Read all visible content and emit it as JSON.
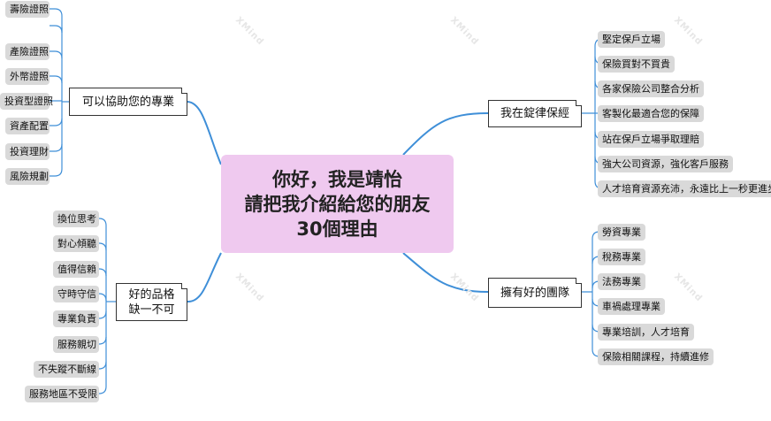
{
  "central": {
    "line1": "你好，我是靖怡",
    "line2": "請把我介紹給您的朋友",
    "line3": "30個理由"
  },
  "branches": [
    {
      "line1": "可以協助您的專業",
      "line2": "",
      "items": [
        "壽險證照",
        "產險證照",
        "外幣證照",
        "投資型證照",
        "資產配置",
        "投資理財",
        "風險規劃"
      ]
    },
    {
      "line1": "我在錠律保經",
      "line2": "",
      "items": [
        "堅定保戶立場",
        "保險買對不買貴",
        "各家保險公司整合分析",
        "客製化最適合您的保障",
        "站在保戶立場爭取理賠",
        "強大公司資源，強化客戶服務",
        "人才培育資源充沛，永遠比上一秒更進步"
      ]
    },
    {
      "line1": "好的品格",
      "line2": "缺一不可",
      "items": [
        "換位思考",
        "對心傾聽",
        "值得信賴",
        "守時守信",
        "專業負責",
        "服務親切",
        "不失蹤不斷線",
        "服務地區不受限"
      ]
    },
    {
      "line1": "擁有好的團隊",
      "line2": "",
      "items": [
        "勞資專業",
        "稅務專業",
        "法務專業",
        "車禍處理專業",
        "專業培訓，人才培育",
        "保險相關課程，持續進修"
      ]
    }
  ],
  "watermark": "XMind",
  "colors": {
    "central": "#efc9ef",
    "line": "#3f8fd8",
    "leaf": "#d9d9d9"
  }
}
